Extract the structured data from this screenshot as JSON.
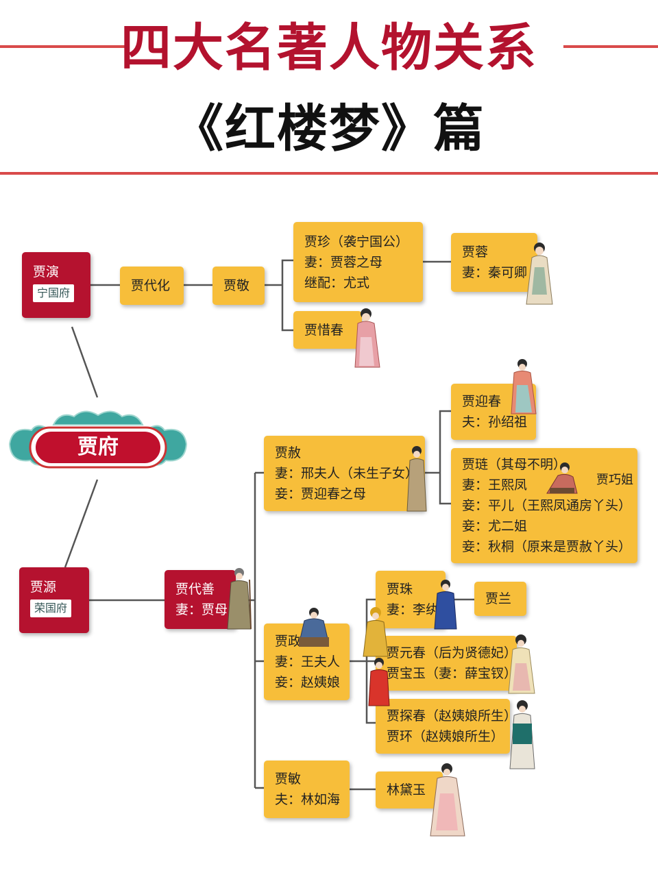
{
  "header": {
    "title_line1": "四大名著人物关系",
    "title_line2": "《红楼梦》篇"
  },
  "center": {
    "label": "贾府"
  },
  "roots": {
    "ningguo": {
      "name": "贾演",
      "tag": "宁国府"
    },
    "rongguo": {
      "name": "贾源",
      "tag": "荣国府"
    }
  },
  "ningguo_branch": {
    "daihua": "贾代化",
    "jing": "贾敬",
    "zhen": [
      "贾珍（袭宁国公）",
      "妻：贾蓉之母",
      "继配：尤式"
    ],
    "xichun": "贾惜春",
    "rong": [
      "贾蓉",
      "妻：秦可卿"
    ]
  },
  "rongguo_branch": {
    "daishan": [
      "贾代善",
      "妻：贾母"
    ],
    "she": [
      "贾赦",
      "妻：邢夫人（未生子女）",
      "妾：贾迎春之母"
    ],
    "yingchun": [
      "贾迎春",
      "夫：孙绍祖"
    ],
    "lian": [
      "贾琏（其母不明）",
      "妻：王熙凤",
      "妾：平儿（王熙凤通房丫头）",
      "妾：尤二姐",
      "妾：秋桐（原来是贾赦丫头）"
    ],
    "qiaojie": "贾巧姐",
    "zheng": [
      "贾政",
      "妻：王夫人",
      "妾：赵姨娘"
    ],
    "zhu": [
      "贾珠",
      "妻：李纨"
    ],
    "lan": "贾兰",
    "yuan_bao": [
      "贾元春（后为贤德妃）",
      "贾宝玉（妻：薛宝钗）"
    ],
    "tan_huan": [
      "贾探春（赵姨娘所生）",
      "贾环（赵姨娘所生）"
    ],
    "min": [
      "贾敏",
      "夫：林如海"
    ],
    "daiyu": "林黛玉"
  },
  "colors": {
    "node": "#f7be3a",
    "root": "#b5122f",
    "title_red": "#b3122e",
    "line_red": "#d94a4a",
    "teal": "#3fa7a0"
  }
}
